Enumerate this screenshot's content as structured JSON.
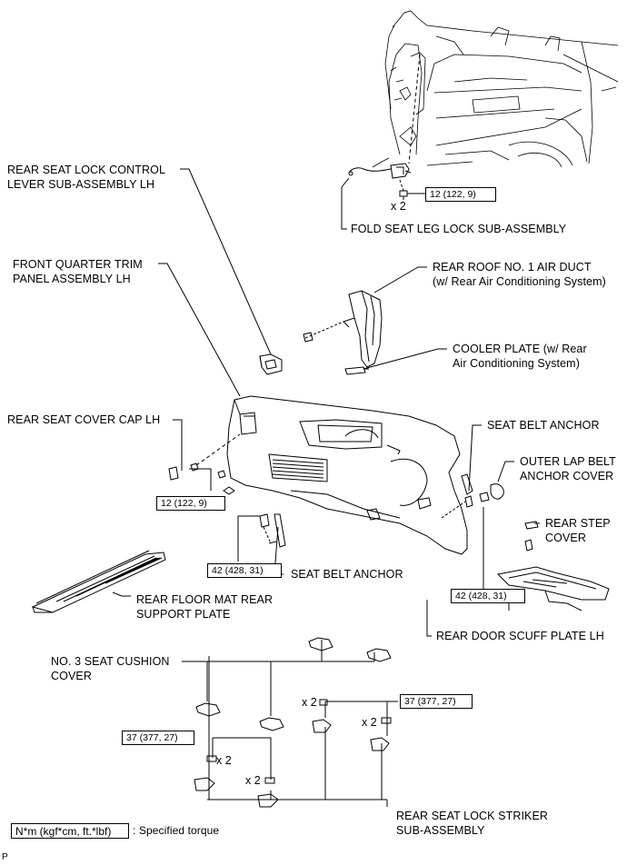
{
  "labels": {
    "rear_seat_lock_control_lever": "REAR SEAT LOCK CONTROL\nLEVER SUB-ASSEMBLY LH",
    "fold_seat_leg_lock": "FOLD SEAT LEG LOCK SUB-ASSEMBLY",
    "front_quarter_trim_panel": "FRONT QUARTER TRIM\nPANEL ASSEMBLY LH",
    "rear_roof_air_duct": "REAR ROOF NO. 1 AIR DUCT\n(w/ Rear Air Conditioning System)",
    "cooler_plate": "COOLER PLATE (w/ Rear\nAir Conditioning System)",
    "rear_seat_cover_cap": "REAR SEAT COVER CAP LH",
    "seat_belt_anchor_upper": "SEAT BELT ANCHOR",
    "outer_lap_belt_anchor_cover": "OUTER LAP BELT\nANCHOR COVER",
    "rear_step_cover": "REAR STEP\nCOVER",
    "seat_belt_anchor_lower": "SEAT BELT ANCHOR",
    "rear_floor_mat_support_plate": "REAR FLOOR MAT REAR\nSUPPORT PLATE",
    "rear_door_scuff_plate": "REAR DOOR SCUFF PLATE LH",
    "no3_seat_cushion_cover": "NO. 3 SEAT CUSHION\nCOVER",
    "rear_seat_lock_striker": "REAR SEAT LOCK STRIKER\nSUB-ASSEMBLY"
  },
  "torques": {
    "fold_seat_leg_lock": "12 (122, 9)",
    "cover_cap": "12 (122, 9)",
    "seat_belt_anchor": "42 (428, 31)",
    "scuff_anchor": "42 (428, 31)",
    "striker_right": "37 (377, 27)",
    "striker_left": "37 (377, 27)"
  },
  "quantities": {
    "fold_seat": "x 2",
    "striker_top": "x 2",
    "striker_right": "x 2",
    "striker_left_a": "x 2",
    "striker_left_b": "x 2"
  },
  "legend": {
    "unit_box": "N*m (kgf*cm, ft.*lbf)",
    "description": ": Specified torque"
  },
  "corner_mark": "P"
}
